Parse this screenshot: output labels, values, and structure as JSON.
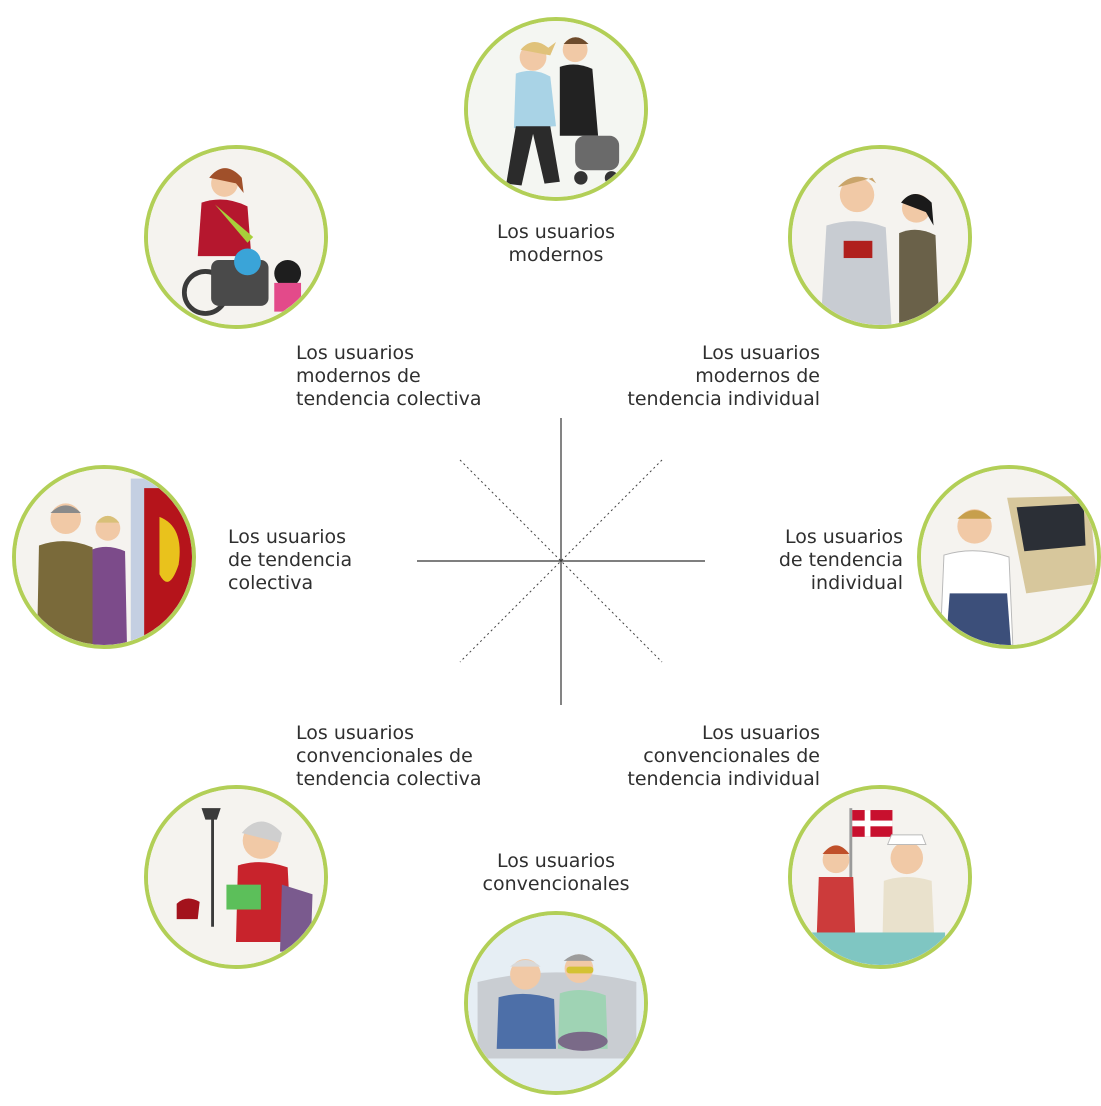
{
  "diagram": {
    "accent_color": "#b2cf57",
    "axis_color": "#333333",
    "segments": [
      {
        "id": "modernos",
        "label_lines": [
          "Los usuarios",
          "modernos"
        ],
        "illustration": "young-couple-running-with-stroller"
      },
      {
        "id": "modernos-individual",
        "label_lines": [
          "Los usuarios",
          "modernos de",
          "tendencia individual"
        ],
        "illustration": "young-man-and-woman-casual"
      },
      {
        "id": "individual",
        "label_lines": [
          "Los usuarios",
          "de tendencia",
          "individual"
        ],
        "illustration": "man-in-overalls-with-car"
      },
      {
        "id": "convencionales-individual",
        "label_lines": [
          "Los usuarios",
          "convencionales de",
          "tendencia individual"
        ],
        "illustration": "couple-with-danish-flag"
      },
      {
        "id": "convencionales",
        "label_lines": [
          "Los usuarios",
          "convencionales"
        ],
        "illustration": "elderly-couple-on-sofa"
      },
      {
        "id": "convencionales-colectiva",
        "label_lines": [
          "Los usuarios",
          "convencionales de",
          "tendencia colectiva"
        ],
        "illustration": "elderly-woman-reading-in-armchair"
      },
      {
        "id": "colectiva",
        "label_lines": [
          "Los usuarios",
          "de tendencia",
          "colectiva"
        ],
        "illustration": "two-men-at-art-gallery"
      },
      {
        "id": "modernos-colectiva",
        "label_lines": [
          "Los usuarios",
          "modernos de",
          "tendencia colectiva"
        ],
        "illustration": "woman-cycling-with-children"
      }
    ]
  }
}
